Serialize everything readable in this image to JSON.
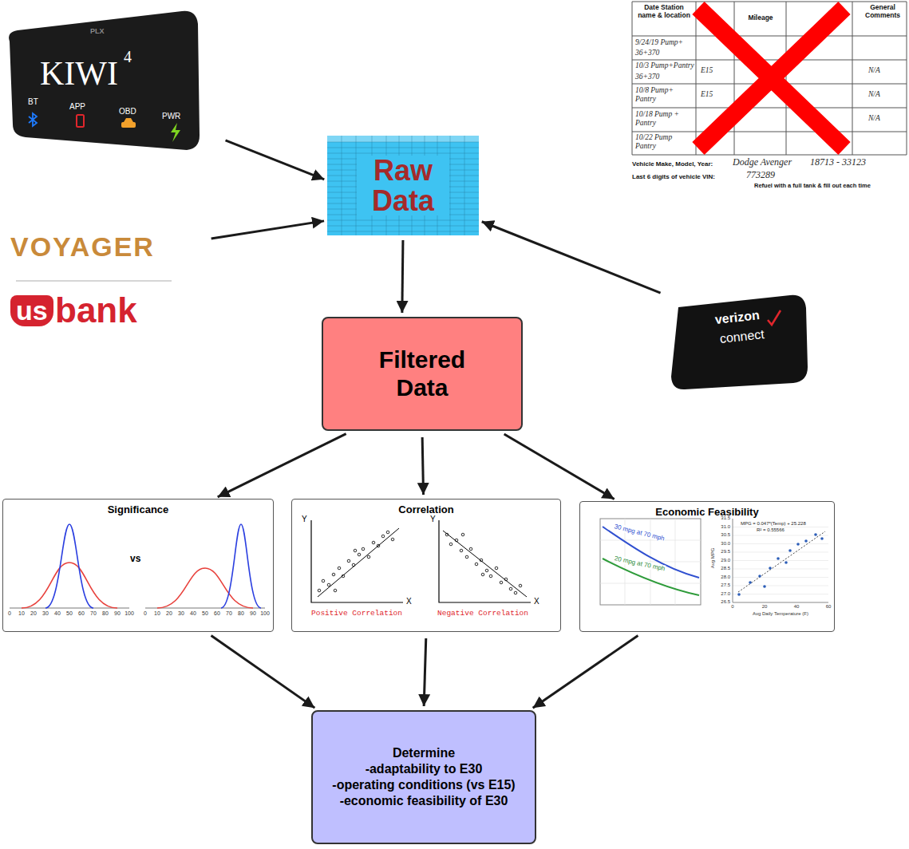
{
  "diagram": {
    "nodes": [
      {
        "text": [
          "PLX",
          "KIWI",
          "4",
          "BT",
          "APP",
          "OBD",
          "PWR"
        ]
      },
      {
        "text": [
          "Raw Data"
        ]
      },
      {
        "text": [
          "VOYAGER",
          "us",
          "bank"
        ]
      },
      {
        "text": [
          "verizon",
          "connect"
        ]
      },
      {
        "text": [
          "Filtered Data"
        ]
      },
      {
        "text": [
          "Significance"
        ]
      },
      {
        "text": [
          "Correlation"
        ]
      },
      {
        "text": [
          "Economic Feasibility"
        ]
      },
      {
        "text": [
          "Determine",
          "-adaptability to E30",
          "-operating conditions (vs E15)",
          "-economic feasibility of E30"
        ]
      }
    ],
    "edges": [
      {
        "from": 0,
        "to": 1,
        "arrow": "to"
      },
      {
        "from": 2,
        "to": 1,
        "arrow": "to"
      },
      {
        "from": 3,
        "to": 1,
        "arrow": "to"
      },
      {
        "from": 1,
        "to": 4,
        "arrow": "to"
      },
      {
        "from": 4,
        "to": 5,
        "arrow": "to"
      },
      {
        "from": 4,
        "to": 6,
        "arrow": "to"
      },
      {
        "from": 4,
        "to": 7,
        "arrow": "to"
      },
      {
        "from": 5,
        "to": 8,
        "arrow": "to"
      },
      {
        "from": 6,
        "to": 8,
        "arrow": "to"
      },
      {
        "from": 7,
        "to": 8,
        "arrow": "to"
      }
    ],
    "labels": [
      "Date Station name & location",
      "Mileage",
      "General Comments",
      "9/24/19 Pump+",
      "36+370",
      "10/3 Pump+Pantry",
      "36+370",
      "E15",
      "N/A",
      "10/8 Pump+ Pantry",
      "E15",
      "N/A",
      "10/18 Pump + Pantry",
      "N/A",
      "10/22 Pump Pantry",
      "Vehicle Make, Model, Year:",
      "Dodge Avenger",
      "18713 - 33123",
      "Last 6 digits of vehicle VIN:",
      "773289",
      "Refuel with a full tank & fill out each time",
      "vs",
      "0",
      "10",
      "20",
      "30",
      "40",
      "50",
      "60",
      "70",
      "80",
      "90",
      "100",
      "0",
      "10",
      "20",
      "30",
      "40",
      "50",
      "60",
      "70",
      "80",
      "90",
      "100",
      "Y",
      "X",
      "Positive Correlation",
      "Y",
      "X",
      "Negative Correlation",
      "30 mpg at 70 mph",
      "20 mpg at 70 mph",
      "MPG = 0.047*(Temp) + 25.228",
      "R² = 0.55566",
      "31.5",
      "31.0",
      "30.5",
      "30.0",
      "29.5",
      "29.0",
      "28.5",
      "28.0",
      "27.5",
      "27.0",
      "26.5",
      "0",
      "20",
      "40",
      "60",
      "Avg Daily Temperature (F)",
      "Avg MPG"
    ]
  }
}
